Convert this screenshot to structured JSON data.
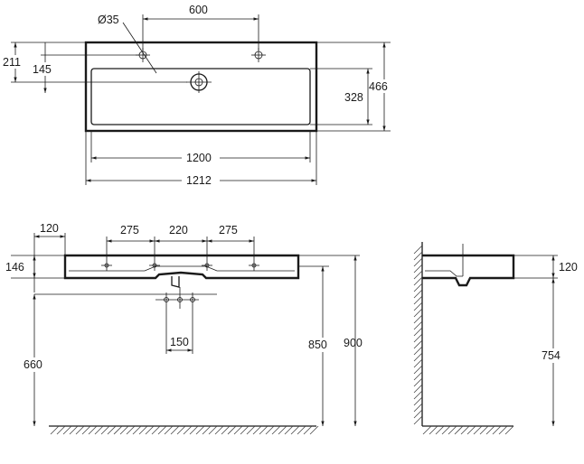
{
  "top_view": {
    "dims": {
      "hole_diameter": "Ø35",
      "tap_spacing": "600",
      "edge_to_tap": "211",
      "edge_to_drain": "145",
      "basin_depth": "328",
      "overall_depth": "466",
      "basin_width": "1200",
      "overall_width": "1212"
    }
  },
  "front_view": {
    "dims": {
      "left_edge_to_tap": "120",
      "spacing_left": "275",
      "spacing_center": "220",
      "spacing_right": "275",
      "basin_height": "146",
      "trap_spacing": "150",
      "waste_height": "660",
      "top_height": "850",
      "total_height": "900"
    }
  },
  "side_view": {
    "dims": {
      "basin_height": "120",
      "lower_height": "754"
    }
  }
}
